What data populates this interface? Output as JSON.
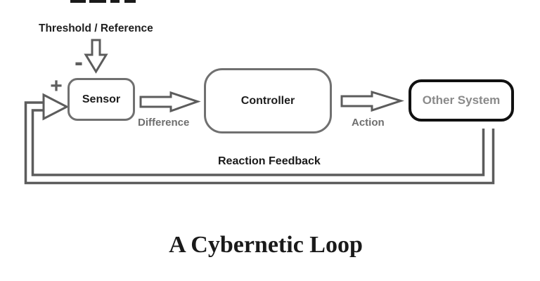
{
  "title": "A Cybernetic Loop",
  "nodes": {
    "sensor": {
      "label": "Sensor"
    },
    "controller": {
      "label": "Controller"
    },
    "other_system": {
      "label": "Other System"
    }
  },
  "labels": {
    "threshold_reference": "Threshold / Reference",
    "minus_sign": "-",
    "plus_sign": "+",
    "difference": "Difference",
    "action": "Action",
    "reaction_feedback": "Reaction Feedback"
  },
  "colors": {
    "line_gray": "#5c5c5c",
    "box_border_gray": "#707070",
    "other_system_border": "#111111",
    "gray_text": "#6e6e6e",
    "dark_text": "#1c1c1c",
    "background": "#ffffff"
  }
}
